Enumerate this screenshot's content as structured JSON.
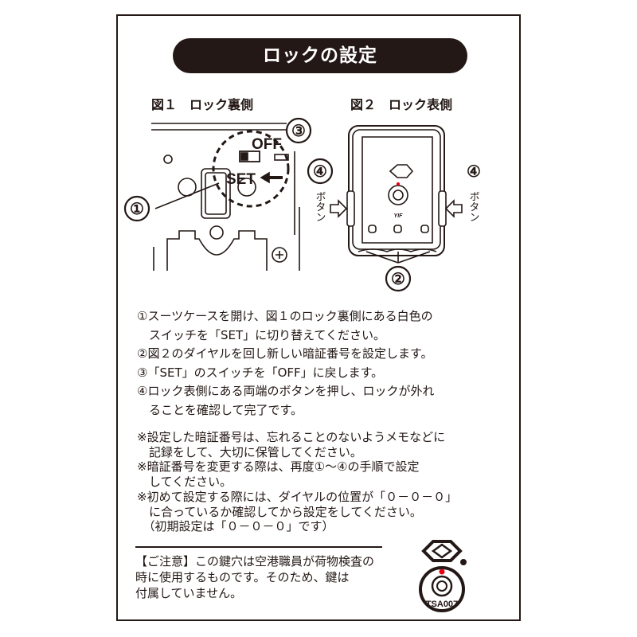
{
  "title": "ロックの設定",
  "fig1": {
    "label": "図１　ロック裏側",
    "off": "OFF",
    "set": "SET",
    "callout1": "①",
    "callout3": "③"
  },
  "fig2": {
    "label": "図２　ロック表側",
    "callout2": "②",
    "callout4": "④",
    "button": "ボタン",
    "brand": "YIF",
    "tsa": "TSA007"
  },
  "steps": [
    "①スーツケースを開け、図１のロック裏側にある白色の",
    "　スイッチを「SET」に切り替えてください。",
    "②図２のダイヤルを回し新しい暗証番号を設定します。",
    "③「SET」のスイッチを「OFF」に戻します。",
    "④ロック表側にある両端のボタンを押し、ロックが外れ",
    "　ることを確認して完了です。"
  ],
  "notes": [
    "※設定した暗証番号は、忘れることのないようメモなどに",
    "　記録をして、大切に保管してください。",
    "※暗証番号を変更する際は、再度①～④の手順で設定",
    "　してください。",
    "※初めて設定する際には、ダイヤルの位置が「０－０－０」",
    "　に合っているか確認してから設定をしてください。",
    "　（初期設定は「０－０－０」です）"
  ],
  "caution": [
    "【ご注意】この鍵穴は空港職員が荷物検査の",
    "時に使用するものです。そのため、鍵は",
    "付属していません。"
  ],
  "colors": {
    "ink": "#231815",
    "accent": "#e60012"
  }
}
